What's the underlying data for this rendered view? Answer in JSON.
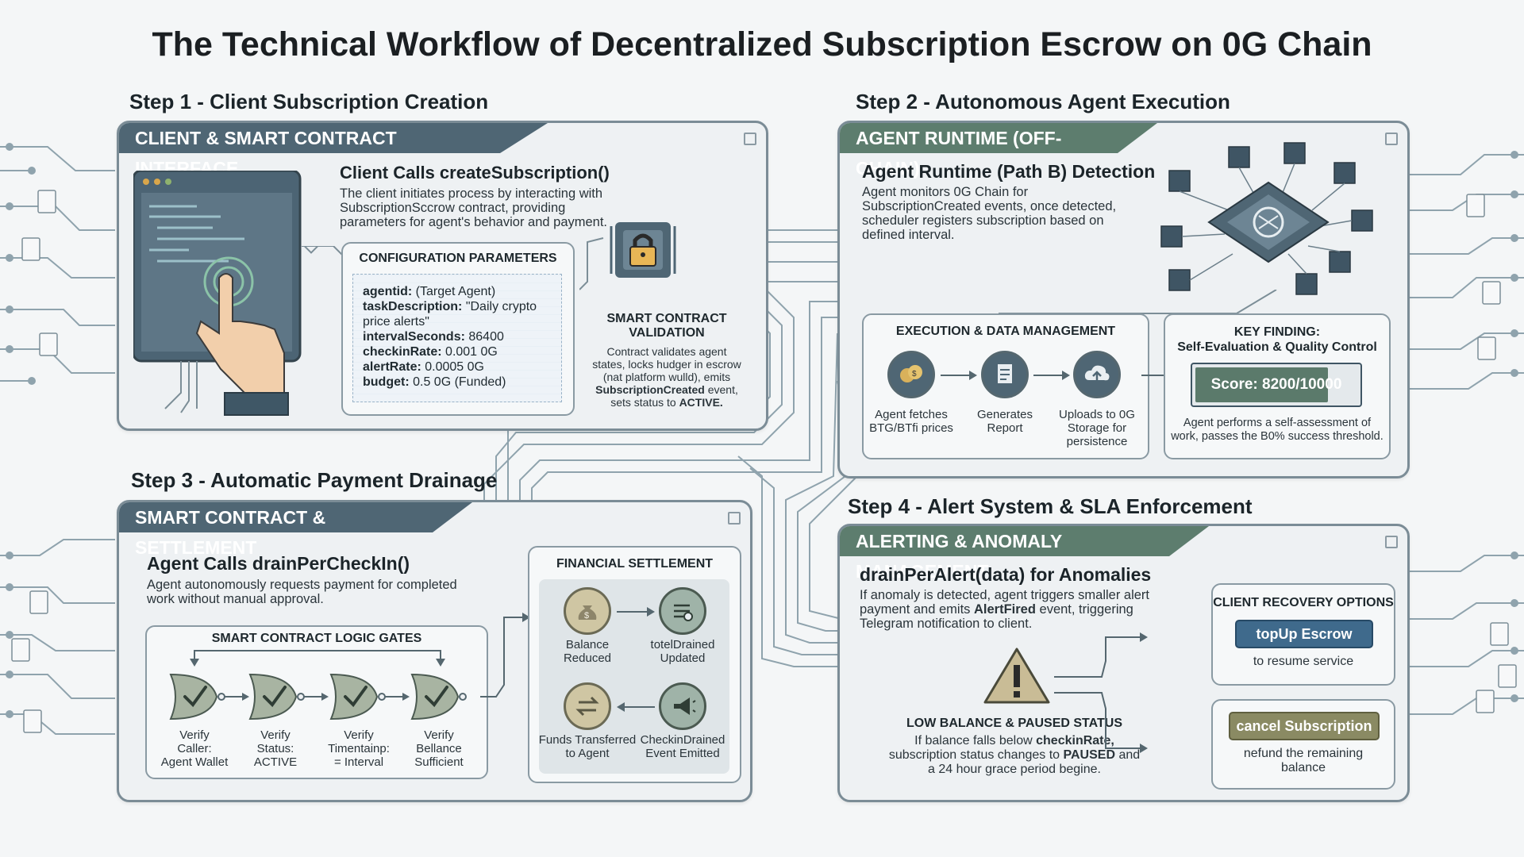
{
  "title": "The Technical Workflow of Decentralized Subscription Escrow on 0G Chain",
  "step1": {
    "label": "Step 1 - Client Subscription Creation",
    "header": "CLIENT & SMART CONTRACT INTERFACE",
    "heading": "Client Calls createSubscription()",
    "desc": [
      "The client initiates process by interacting with",
      "SubscriptionSccrow contract, providing",
      "parameters for agent's behavior and payment."
    ],
    "config_title": "CONFIGURATION PARAMETERS",
    "params": [
      {
        "key": "agentid:",
        "value": " (Target Agent)"
      },
      {
        "key": "taskDescription:",
        "value": " \"Daily crypto"
      },
      {
        "key": "",
        "value": "price alerts\""
      },
      {
        "key": "intervalSeconds:",
        "value": " 86400"
      },
      {
        "key": "checkinRate:",
        "value": " 0.001 0G"
      },
      {
        "key": "alertRate:",
        "value": " 0.0005 0G"
      },
      {
        "key": "budget:",
        "value": " 0.5 0G (Funded)"
      }
    ],
    "sc_title": [
      "SMART CONTRACT",
      "VALIDATION"
    ],
    "sc_desc": [
      "Contract validates agent",
      "states, locks hudger in escrow",
      "(nat platform wulld), emits"
    ],
    "sc_event": "SubscriptionCreated",
    "sc_event_suffix": " event,",
    "sc_status_prefix": "sets status to ",
    "sc_status": "ACTIVE."
  },
  "step2": {
    "label": "Step 2 - Autonomous Agent Execution",
    "header": "AGENT RUNTIME (OFF-CHAIN)",
    "heading": "Agent Runtime (Path B) Detection",
    "desc": [
      "Agent monitors 0G Chain for",
      "SubscriptionCreated events, once detected,",
      "scheduler registers subscription based on",
      "defined interval."
    ],
    "exec_title": "EXECUTION & DATA MANAGEMENT",
    "exec_items": [
      {
        "icon": "coins-icon",
        "lines": [
          "Agent fetches",
          "BTG/BTfi prices"
        ]
      },
      {
        "icon": "report-icon",
        "lines": [
          "Generates",
          "Report"
        ]
      },
      {
        "icon": "cloud-upload-icon",
        "lines": [
          "Uploads to 0G",
          "Storage for",
          "persistence"
        ]
      }
    ],
    "key_title": [
      "KEY FINDING:",
      "Self-Evaluation & Quality Control"
    ],
    "score": "Score: 8200/10000",
    "score_fraction": 0.82,
    "key_desc": [
      "Agent performs a self-assessment of",
      "work, passes the B0% success threshold."
    ]
  },
  "step3": {
    "label": "Step 3 - Automatic Payment Drainage",
    "header": "SMART CONTRACT & SETTLEMENT",
    "heading": "Agent Calls drainPerCheckIn()",
    "desc": [
      "Agent autonomously requests payment for completed",
      "work without manual approval."
    ],
    "gates_title": "SMART CONTRACT LOGIC GATES",
    "gates": [
      {
        "lines": [
          "Verify",
          "Caller:",
          "Agent Wallet"
        ]
      },
      {
        "lines": [
          "Verify",
          "Status:",
          "ACTIVE"
        ]
      },
      {
        "lines": [
          "Verify",
          "Timentainp:",
          "= Interval"
        ]
      },
      {
        "lines": [
          "Verify",
          "Bellance",
          "Sufficient"
        ]
      }
    ],
    "fin_title": "FINANCIAL SETTLEMENT",
    "fin_items": [
      {
        "icon": "money-bag-icon",
        "lines": [
          "Balance",
          "Reduced"
        ]
      },
      {
        "icon": "ledger-icon",
        "lines": [
          "totelDrained",
          "Updated"
        ]
      },
      {
        "icon": "transfer-icon",
        "lines": [
          "Funds Transferred",
          "to Agent"
        ]
      },
      {
        "icon": "megaphone-icon",
        "lines": [
          "CheckinDrained",
          "Event Emitted"
        ]
      }
    ]
  },
  "step4": {
    "label": "Step 4 - Alert System & SLA Enforcement",
    "header": "ALERTING & ANOMALY MANAGEMENT",
    "heading": "drainPerAlert(data) for Anomalies",
    "desc_lines": [
      "If anomaly is detected, agent triggers smaller alert",
      "payment and emits ",
      "Telegram notification to client."
    ],
    "desc_bold": "AlertFired",
    "desc_after_bold": " event, triggering",
    "low_title": "LOW BALANCE & PAUSED STATUS",
    "low_desc": [
      "If balance falls below ",
      "subscription status changes to ",
      "a 24 hour grace period begine."
    ],
    "low_bold1": "checkinRate,",
    "low_bold2": "PAUSED",
    "low_after2": " and",
    "recovery_title": "CLIENT RECOVERY OPTIONS",
    "topup_button": "topUp Escrow",
    "topup_desc": "to resume service",
    "cancel_button": "cancel Subscription",
    "cancel_desc": [
      "nefund the remaining",
      "balance"
    ]
  },
  "colors": {
    "slate_header": "#4f6674",
    "green_header": "#5d7d6e",
    "topup_button": "#3f6a8c",
    "cancel_button": "#8a8a63",
    "panel_bg": "#eef1f3"
  }
}
